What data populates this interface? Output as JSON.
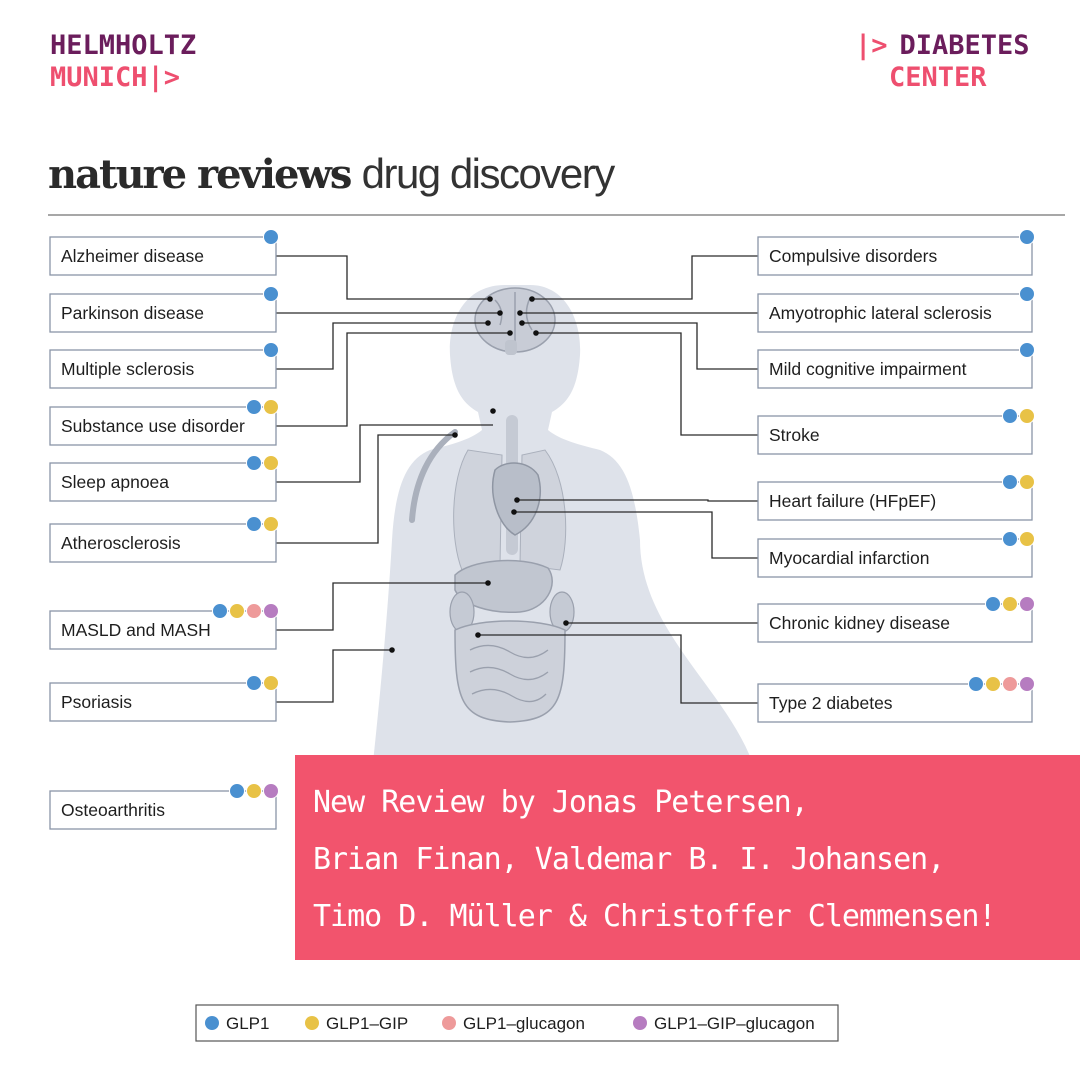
{
  "header": {
    "left_logo": {
      "line1": "HELMHOLTZ",
      "line2": "MUNICH"
    },
    "right_logo": {
      "line1": "DIABETES",
      "line2": "CENTER"
    },
    "journal_bold": "nature reviews",
    "journal_regular": "drug discovery"
  },
  "colors": {
    "GLP1": "#4a90d0",
    "GLP1-GIP": "#e8c246",
    "GLP1-glucagon": "#ee9a9a",
    "GLP1-GIP-glucagon": "#b67cc0",
    "brand_purple": "#6b1d5c",
    "brand_pink": "#ee4f6f",
    "banner": "#f2546d"
  },
  "diseases_left": [
    {
      "label": "Alzheimer disease",
      "drugs": [
        "GLP1"
      ]
    },
    {
      "label": "Parkinson disease",
      "drugs": [
        "GLP1"
      ]
    },
    {
      "label": "Multiple sclerosis",
      "drugs": [
        "GLP1"
      ]
    },
    {
      "label": "Substance use disorder",
      "drugs": [
        "GLP1",
        "GLP1-GIP"
      ]
    },
    {
      "label": "Sleep apnoea",
      "drugs": [
        "GLP1",
        "GLP1-GIP"
      ]
    },
    {
      "label": "Atherosclerosis",
      "drugs": [
        "GLP1",
        "GLP1-GIP"
      ]
    },
    {
      "label": "MASLD and MASH",
      "drugs": [
        "GLP1",
        "GLP1-GIP",
        "GLP1-glucagon",
        "GLP1-GIP-glucagon"
      ]
    },
    {
      "label": "Psoriasis",
      "drugs": [
        "GLP1",
        "GLP1-GIP"
      ]
    },
    {
      "label": "Osteoarthritis",
      "drugs": [
        "GLP1",
        "GLP1-GIP",
        "GLP1-GIP-glucagon"
      ]
    }
  ],
  "diseases_right": [
    {
      "label": "Compulsive disorders",
      "drugs": [
        "GLP1"
      ]
    },
    {
      "label": "Amyotrophic lateral sclerosis",
      "drugs": [
        "GLP1"
      ]
    },
    {
      "label": "Mild cognitive impairment",
      "drugs": [
        "GLP1"
      ]
    },
    {
      "label": "Stroke",
      "drugs": [
        "GLP1",
        "GLP1-GIP"
      ]
    },
    {
      "label": "Heart failure (HFpEF)",
      "drugs": [
        "GLP1",
        "GLP1-GIP"
      ]
    },
    {
      "label": "Myocardial infarction",
      "drugs": [
        "GLP1",
        "GLP1-GIP"
      ]
    },
    {
      "label": "Chronic kidney disease",
      "drugs": [
        "GLP1",
        "GLP1-GIP",
        "GLP1-GIP-glucagon"
      ]
    },
    {
      "label": "Type 2 diabetes",
      "drugs": [
        "GLP1",
        "GLP1-GIP",
        "GLP1-glucagon",
        "GLP1-GIP-glucagon"
      ]
    }
  ],
  "legend": [
    {
      "key": "GLP1",
      "label": "GLP1"
    },
    {
      "key": "GLP1-GIP",
      "label": "GLP1–GIP"
    },
    {
      "key": "GLP1-glucagon",
      "label": "GLP1–glucagon"
    },
    {
      "key": "GLP1-GIP-glucagon",
      "label": "GLP1–GIP–glucagon"
    }
  ],
  "banner_lines": [
    "New Review by Jonas Petersen,",
    "Brian Finan, Valdemar B. I. Johansen,",
    "Timo D. Müller & Christoffer Clemmensen!"
  ]
}
